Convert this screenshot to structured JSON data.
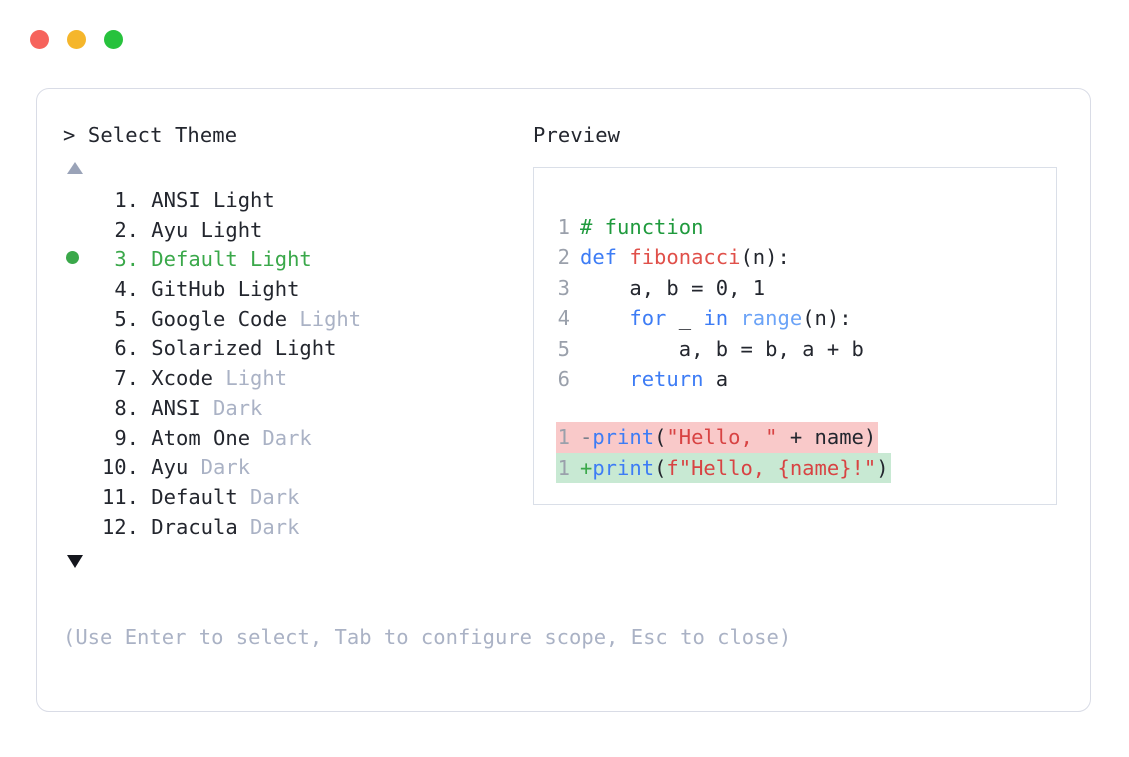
{
  "window": {
    "dots": [
      {
        "name": "close",
        "color": "#f6635c"
      },
      {
        "name": "minimize",
        "color": "#f5b62b"
      },
      {
        "name": "maximize",
        "color": "#27c23d"
      }
    ]
  },
  "left_pane": {
    "title": "> Select Theme",
    "scroll_up_icon": "triangle-up-icon",
    "scroll_down_icon": "triangle-down-icon",
    "selected_index": 3,
    "selected_bullet_color": "#3aa84a",
    "items": [
      {
        "number": "1.",
        "name": "ANSI",
        "variant": "Light",
        "variant_muted": false,
        "selected": false
      },
      {
        "number": "2.",
        "name": "Ayu",
        "variant": "Light",
        "variant_muted": false,
        "selected": false
      },
      {
        "number": "3.",
        "name": "Default",
        "variant": "Light",
        "variant_muted": false,
        "selected": true
      },
      {
        "number": "4.",
        "name": "GitHub",
        "variant": "Light",
        "variant_muted": false,
        "selected": false
      },
      {
        "number": "5.",
        "name": "Google Code",
        "variant": "Light",
        "variant_muted": true,
        "selected": false
      },
      {
        "number": "6.",
        "name": "Solarized",
        "variant": "Light",
        "variant_muted": false,
        "selected": false
      },
      {
        "number": "7.",
        "name": "Xcode",
        "variant": "Light",
        "variant_muted": true,
        "selected": false
      },
      {
        "number": "8.",
        "name": "ANSI",
        "variant": "Dark",
        "variant_muted": true,
        "selected": false
      },
      {
        "number": "9.",
        "name": "Atom One",
        "variant": "Dark",
        "variant_muted": true,
        "selected": false
      },
      {
        "number": "10.",
        "name": "Ayu",
        "variant": "Dark",
        "variant_muted": true,
        "selected": false
      },
      {
        "number": "11.",
        "name": "Default",
        "variant": "Dark",
        "variant_muted": true,
        "selected": false
      },
      {
        "number": "12.",
        "name": "Dracula",
        "variant": "Dark",
        "variant_muted": true,
        "selected": false
      }
    ]
  },
  "right_pane": {
    "title": "Preview",
    "code_lines": [
      {
        "ln": "1",
        "tokens": [
          {
            "t": "# function",
            "c": "comment"
          }
        ]
      },
      {
        "ln": "2",
        "tokens": [
          {
            "t": "def ",
            "c": "keyword"
          },
          {
            "t": "fibonacci",
            "c": "func"
          },
          {
            "t": "(n):",
            "c": "plain"
          }
        ]
      },
      {
        "ln": "3",
        "tokens": [
          {
            "t": "    a, b = 0, 1",
            "c": "plain"
          }
        ]
      },
      {
        "ln": "4",
        "tokens": [
          {
            "t": "    ",
            "c": "plain"
          },
          {
            "t": "for",
            "c": "keyword"
          },
          {
            "t": " _ ",
            "c": "plain"
          },
          {
            "t": "in",
            "c": "keyword"
          },
          {
            "t": " ",
            "c": "plain"
          },
          {
            "t": "range",
            "c": "builtin"
          },
          {
            "t": "(n):",
            "c": "plain"
          }
        ]
      },
      {
        "ln": "5",
        "tokens": [
          {
            "t": "        a, b = b, a + b",
            "c": "plain"
          }
        ]
      },
      {
        "ln": "6",
        "tokens": [
          {
            "t": "    ",
            "c": "plain"
          },
          {
            "t": "return",
            "c": "keyword"
          },
          {
            "t": " a",
            "c": "plain"
          }
        ]
      }
    ],
    "diff_lines": [
      {
        "ln": "1",
        "sign": "-",
        "kind": "del",
        "tokens": [
          {
            "t": "print",
            "c": "blue"
          },
          {
            "t": "(",
            "c": "plain"
          },
          {
            "t": "\"Hello, \"",
            "c": "string"
          },
          {
            "t": " + name)",
            "c": "plain"
          }
        ]
      },
      {
        "ln": "1",
        "sign": "+",
        "kind": "add",
        "tokens": [
          {
            "t": "print",
            "c": "blue"
          },
          {
            "t": "(",
            "c": "plain"
          },
          {
            "t": "f\"Hello, {name}!\"",
            "c": "string"
          },
          {
            "t": ")",
            "c": "plain"
          }
        ]
      }
    ]
  },
  "hint": "(Use Enter to select, Tab to configure scope, Esc to close)"
}
